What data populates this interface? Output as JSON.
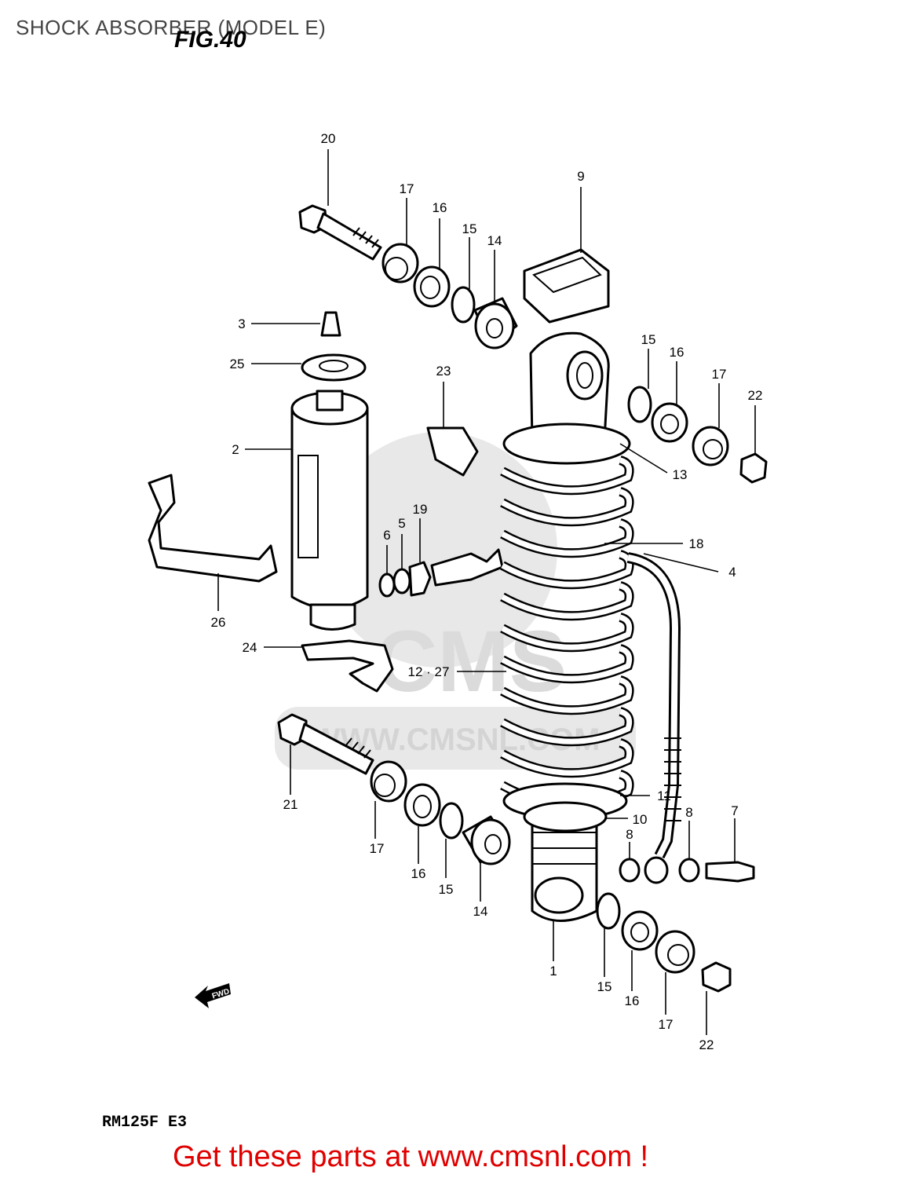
{
  "header": {
    "title": "SHOCK ABSORBER (MODEL E)",
    "figure": "FIG.40"
  },
  "model_code": "RM125F E3",
  "fwd_marker": "FWD",
  "watermark": {
    "text": "WWW.CMSNL.COM",
    "logo": "CMS"
  },
  "footer": {
    "text": "Get these parts at www.cmsnl.com !",
    "color": "#e00000"
  },
  "callouts": [
    {
      "key": "c20",
      "text": "20"
    },
    {
      "key": "c17a",
      "text": "17"
    },
    {
      "key": "c16a",
      "text": "16"
    },
    {
      "key": "c15a",
      "text": "15"
    },
    {
      "key": "c14a",
      "text": "14"
    },
    {
      "key": "c9",
      "text": "9"
    },
    {
      "key": "c3",
      "text": "3"
    },
    {
      "key": "c25",
      "text": "25"
    },
    {
      "key": "c23",
      "text": "23"
    },
    {
      "key": "c15b",
      "text": "15"
    },
    {
      "key": "c16b",
      "text": "16"
    },
    {
      "key": "c17b",
      "text": "17"
    },
    {
      "key": "c22a",
      "text": "22"
    },
    {
      "key": "c2",
      "text": "2"
    },
    {
      "key": "c13",
      "text": "13"
    },
    {
      "key": "c19",
      "text": "19"
    },
    {
      "key": "c5",
      "text": "5"
    },
    {
      "key": "c6",
      "text": "6"
    },
    {
      "key": "c18",
      "text": "18"
    },
    {
      "key": "c4",
      "text": "4"
    },
    {
      "key": "c26",
      "text": "26"
    },
    {
      "key": "c24",
      "text": "24"
    },
    {
      "key": "c1227",
      "text": "12 · 27"
    },
    {
      "key": "c21",
      "text": "21"
    },
    {
      "key": "c11",
      "text": "11"
    },
    {
      "key": "c10",
      "text": "10"
    },
    {
      "key": "c8a",
      "text": "8"
    },
    {
      "key": "c8b",
      "text": "8"
    },
    {
      "key": "c7",
      "text": "7"
    },
    {
      "key": "c17c",
      "text": "17"
    },
    {
      "key": "c16c",
      "text": "16"
    },
    {
      "key": "c15c",
      "text": "15"
    },
    {
      "key": "c14b",
      "text": "14"
    },
    {
      "key": "c1",
      "text": "1"
    },
    {
      "key": "c15d",
      "text": "15"
    },
    {
      "key": "c16d",
      "text": "16"
    },
    {
      "key": "c17d",
      "text": "17"
    },
    {
      "key": "c22b",
      "text": "22"
    }
  ]
}
